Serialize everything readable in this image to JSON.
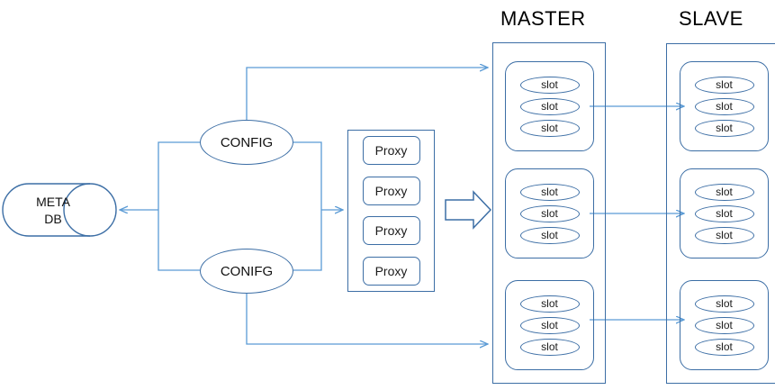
{
  "diagram": {
    "columns": {
      "master_title": "MASTER",
      "slave_title": "SLAVE"
    },
    "database": {
      "line1": "META",
      "line2": "DB"
    },
    "config_nodes": [
      {
        "label": "CONFIG"
      },
      {
        "label": "CONIFG"
      }
    ],
    "proxy": {
      "items": [
        {
          "label": "Proxy"
        },
        {
          "label": "Proxy"
        },
        {
          "label": "Proxy"
        },
        {
          "label": "Proxy"
        }
      ]
    },
    "master": {
      "groups": [
        {
          "slots": [
            {
              "label": "slot"
            },
            {
              "label": "slot"
            },
            {
              "label": "slot"
            }
          ]
        },
        {
          "slots": [
            {
              "label": "slot"
            },
            {
              "label": "slot"
            },
            {
              "label": "slot"
            }
          ]
        },
        {
          "slots": [
            {
              "label": "slot"
            },
            {
              "label": "slot"
            },
            {
              "label": "slot"
            }
          ]
        }
      ]
    },
    "slave": {
      "groups": [
        {
          "slots": [
            {
              "label": "slot"
            },
            {
              "label": "slot"
            },
            {
              "label": "slot"
            }
          ]
        },
        {
          "slots": [
            {
              "label": "slot"
            },
            {
              "label": "slot"
            },
            {
              "label": "slot"
            }
          ]
        },
        {
          "slots": [
            {
              "label": "slot"
            },
            {
              "label": "slot"
            },
            {
              "label": "slot"
            }
          ]
        }
      ]
    },
    "colors": {
      "stroke": "#3c6ea5",
      "connector": "#5b9bd5",
      "text": "#111111",
      "title": "#000000",
      "background": "#ffffff"
    }
  }
}
